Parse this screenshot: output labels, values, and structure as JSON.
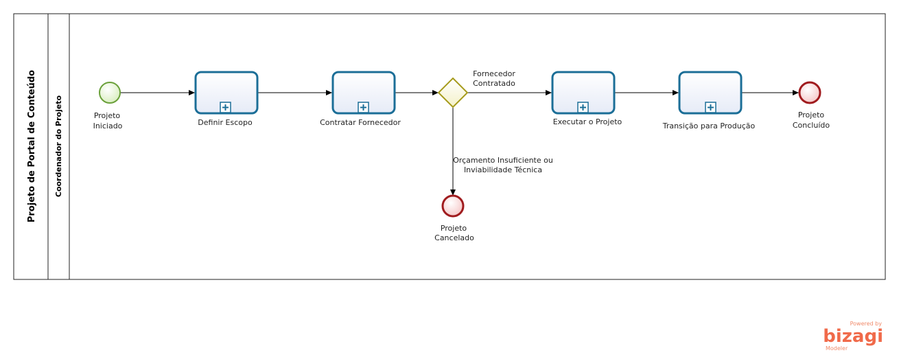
{
  "pool": {
    "title": "Projeto de Portal de Conteúdo"
  },
  "lane": {
    "title": "Coordenador do Projeto"
  },
  "events": {
    "start": {
      "label_line1": "Projeto",
      "label_line2": "Iniciado"
    },
    "end_completed": {
      "label_line1": "Projeto",
      "label_line2": "Concluído"
    },
    "end_cancelled": {
      "label_line1": "Projeto",
      "label_line2": "Cancelado"
    }
  },
  "tasks": [
    {
      "label": "Definir Escopo"
    },
    {
      "label": "Contratar Fornecedor"
    },
    {
      "label": "Executar o Projeto"
    },
    {
      "label": "Transição para Produção"
    }
  ],
  "flows": {
    "gateway_yes_line1": "Fornecedor",
    "gateway_yes_line2": "Contratado",
    "gateway_no_line1": "Orçamento Insuficiente ou",
    "gateway_no_line2": "Inviabilidade Técnica"
  },
  "branding": {
    "powered": "Powered by",
    "name": "bizagi",
    "product": "Modeler"
  },
  "colors": {
    "task_stroke": "#1b6e97",
    "start_stroke": "#6aa03a",
    "end_stroke": "#a01b1e",
    "gateway_stroke": "#a69b1c",
    "brand": "#f06a4a"
  }
}
